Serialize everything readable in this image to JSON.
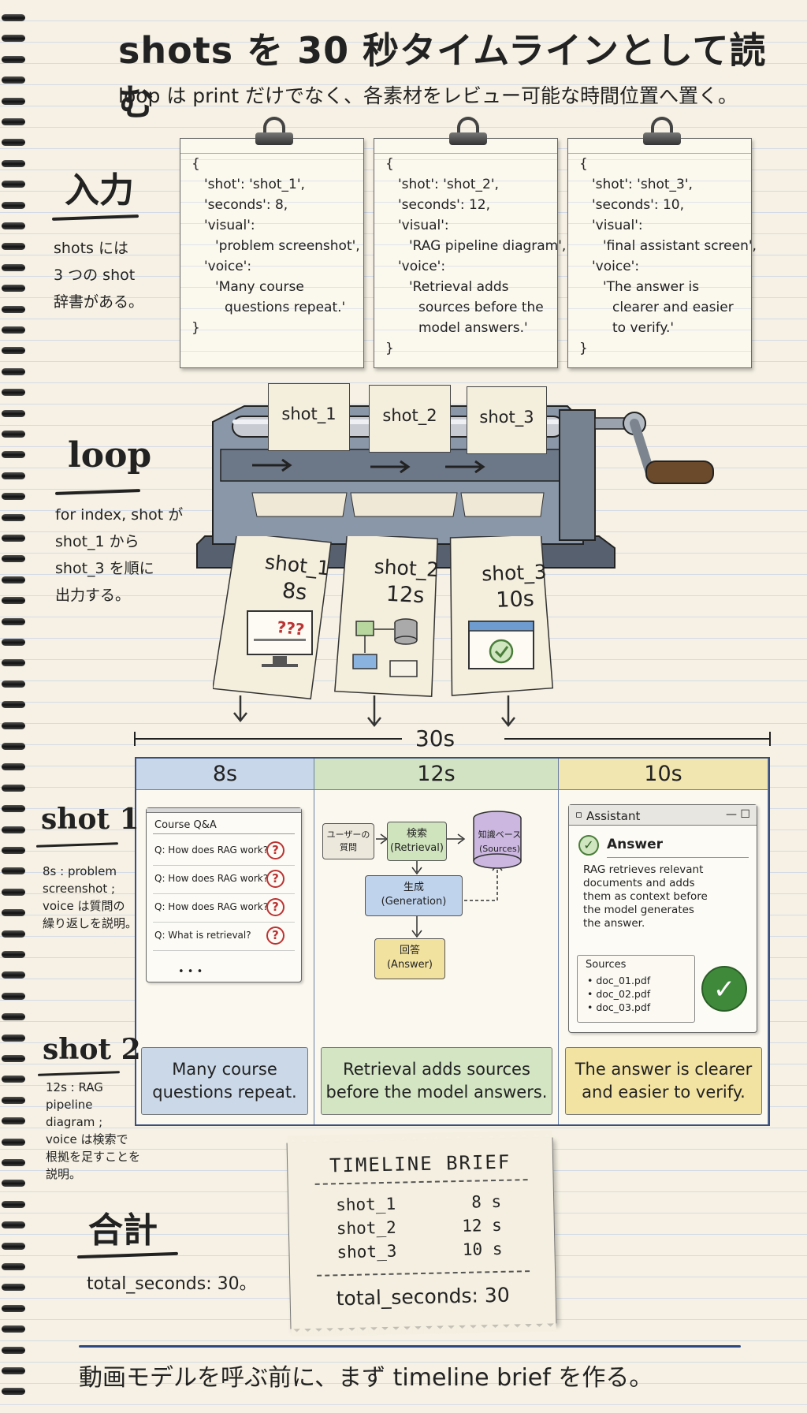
{
  "title": "shots を 30 秒タイムラインとして読む",
  "subtitle": "loop は print だけでなく、各素材をレビュー可能な時間位置へ置く。",
  "input": {
    "heading": "入力",
    "text": "shots には\n3 つの shot\n辞書がある。"
  },
  "cards": [
    {
      "lines": [
        "{",
        "'shot': 'shot_1',",
        "'seconds': 8,",
        "'visual':",
        "'problem screenshot',",
        "'voice':",
        "'Many course",
        "questions repeat.'",
        "}"
      ]
    },
    {
      "lines": [
        "{",
        "'shot': 'shot_2',",
        "'seconds': 12,",
        "'visual':",
        "'RAG pipeline diagram',",
        "'voice':",
        "'Retrieval adds",
        "sources before the",
        "model answers.'",
        "}"
      ]
    },
    {
      "lines": [
        "{",
        "'shot': 'shot_3',",
        "'seconds': 10,",
        "'visual':",
        "'final assistant screen',",
        "'voice':",
        "'The answer is",
        "clearer and easier",
        "to verify.'",
        "}"
      ]
    }
  ],
  "loop": {
    "heading": "loop",
    "text": "for index, shot が\nshot_1 から\nshot_3 を順に\n出力する。",
    "in_labels": [
      "shot_1",
      "shot_2",
      "shot_3"
    ],
    "out_tickets": [
      {
        "name": "shot_1",
        "dur": "8s",
        "icon": "???"
      },
      {
        "name": "shot_2",
        "dur": "12s"
      },
      {
        "name": "shot_3",
        "dur": "10s"
      }
    ]
  },
  "timeline": {
    "total": "30s",
    "columns": [
      {
        "label": "8s",
        "color": "#c9d7ea"
      },
      {
        "label": "12s",
        "color": "#d2e3c4"
      },
      {
        "label": "10s",
        "color": "#f1e5b0"
      }
    ],
    "voices": [
      "Many course\nquestions repeat.",
      "Retrieval adds sources\nbefore the model answers.",
      "The answer is clearer\nand easier to verify."
    ]
  },
  "shot1_panel": {
    "title": "Course Q&A",
    "rows": [
      "Q: How does RAG work?",
      "Q: How does RAG work?",
      "Q: How does RAG work?",
      "Q: What is retrieval?"
    ],
    "mark": "?",
    "more": "• • •"
  },
  "shot2_panel": {
    "user": "ユーザーの\n質問",
    "search": "検索\n(Retrieval)",
    "kb": "知識ベース\n(Sources)",
    "gen": "生成\n(Generation)",
    "answer": "回答\n(Answer)"
  },
  "shot3_panel": {
    "title": "Assistant",
    "controls": "— ☐",
    "answer_label": "Answer",
    "body": "RAG retrieves relevant\ndocuments and adds\nthem as context before\nthe model generates\nthe answer.",
    "sources_label": "Sources",
    "sources": [
      "• doc_01.pdf",
      "• doc_02.pdf",
      "• doc_03.pdf"
    ]
  },
  "notes": {
    "shot1": {
      "heading": "shot 1",
      "text": "8s : problem\nscreenshot ;\nvoice は質問の\n繰り返しを説明。"
    },
    "shot2": {
      "heading": "shot 2",
      "text": "12s : RAG\npipeline\ndiagram ;\nvoice は検索で\n根拠を足すことを\n説明。"
    }
  },
  "total": {
    "heading": "合計",
    "text": "total_seconds: 30。"
  },
  "brief": {
    "title": "TIMELINE BRIEF",
    "rows": [
      {
        "shot": "shot_1",
        "sec": "8 s"
      },
      {
        "shot": "shot_2",
        "sec": "12 s"
      },
      {
        "shot": "shot_3",
        "sec": "10 s"
      }
    ],
    "total": "total_seconds: 30"
  },
  "footer": "動画モデルを呼ぶ前に、まず timeline brief を作る。"
}
